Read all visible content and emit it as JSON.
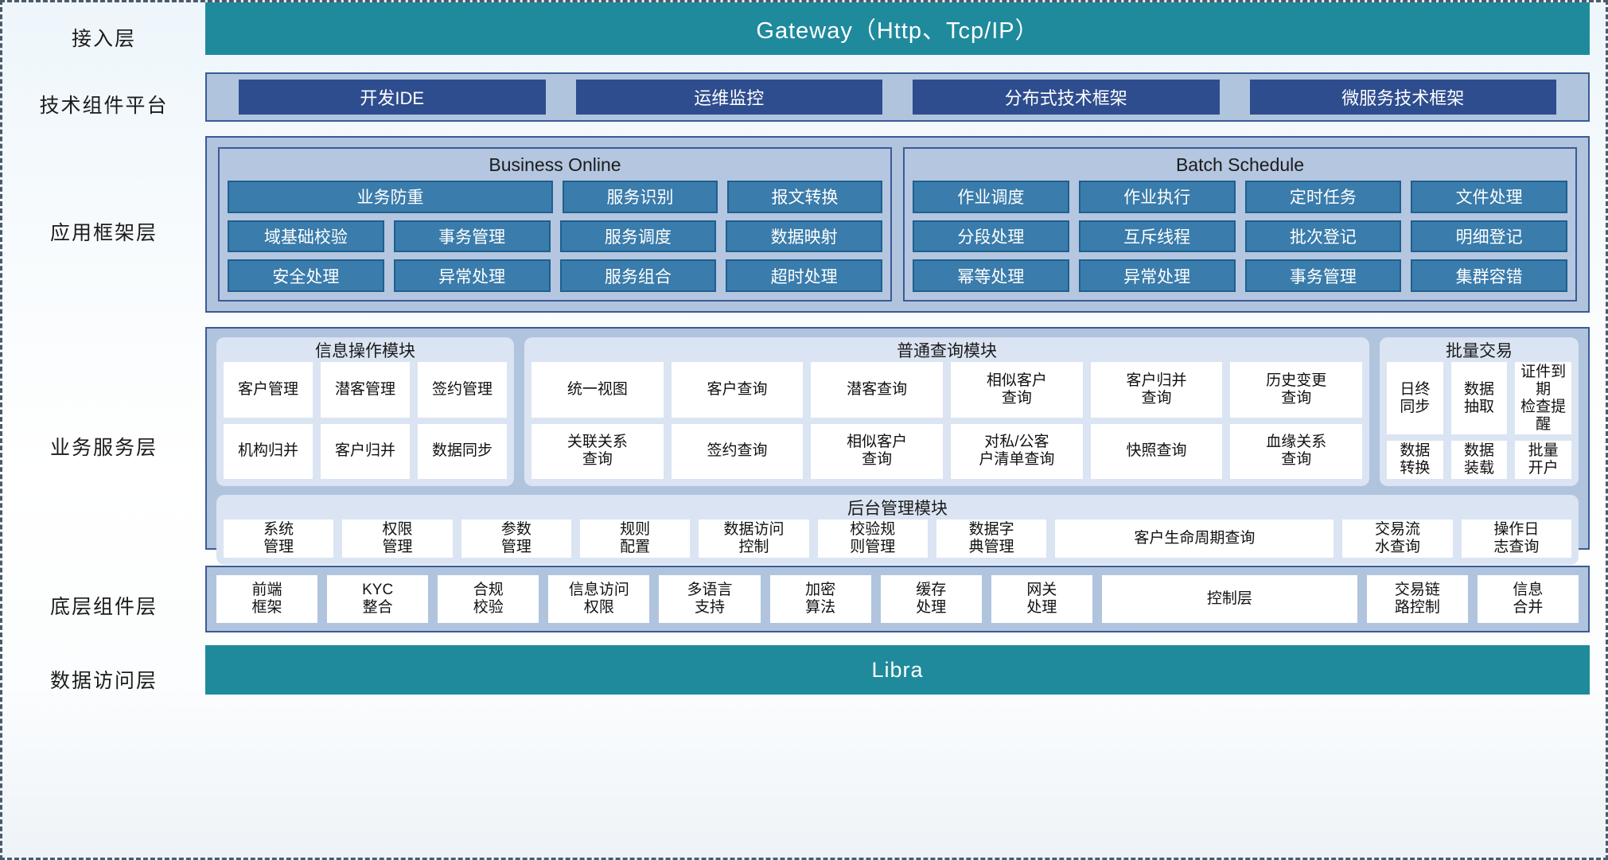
{
  "layers": [
    {
      "label": "接入层"
    },
    {
      "label": "技术组件平台"
    },
    {
      "label": "应用框架层"
    },
    {
      "label": "业务服务层"
    },
    {
      "label": "底层组件层"
    },
    {
      "label": "数据访问层"
    }
  ],
  "access_layer": {
    "label": "接入层",
    "banner": "Gateway（Http、Tcp/IP）"
  },
  "tech_platform": {
    "label": "技术组件平台",
    "chips": [
      "开发IDE",
      "运维监控",
      "分布式技术框架",
      "微服务技术框架"
    ]
  },
  "app_framework": {
    "label": "应用框架层",
    "groups": [
      {
        "title": "Business Online",
        "rows": [
          [
            {
              "text": "业务防重",
              "span": 2
            },
            {
              "text": "服务识别",
              "span": 1
            },
            {
              "text": "报文转换",
              "span": 1
            }
          ],
          [
            {
              "text": "域基础校验",
              "span": 1
            },
            {
              "text": "事务管理",
              "span": 1
            },
            {
              "text": "服务调度",
              "span": 1
            },
            {
              "text": "数据映射",
              "span": 1
            }
          ],
          [
            {
              "text": "安全处理",
              "span": 1
            },
            {
              "text": "异常处理",
              "span": 1
            },
            {
              "text": "服务组合",
              "span": 1
            },
            {
              "text": "超时处理",
              "span": 1
            }
          ]
        ]
      },
      {
        "title": "Batch Schedule",
        "rows": [
          [
            {
              "text": "作业调度",
              "span": 1
            },
            {
              "text": "作业执行",
              "span": 1
            },
            {
              "text": "定时任务",
              "span": 1
            },
            {
              "text": "文件处理",
              "span": 1
            }
          ],
          [
            {
              "text": "分段处理",
              "span": 1
            },
            {
              "text": "互斥线程",
              "span": 1
            },
            {
              "text": "批次登记",
              "span": 1
            },
            {
              "text": "明细登记",
              "span": 1
            }
          ],
          [
            {
              "text": "幂等处理",
              "span": 1
            },
            {
              "text": "异常处理",
              "span": 1
            },
            {
              "text": "事务管理",
              "span": 1
            },
            {
              "text": "集群容错",
              "span": 1
            }
          ]
        ]
      }
    ]
  },
  "business_service": {
    "label": "业务服务层",
    "panels": [
      {
        "title": "信息操作模块",
        "rows": [
          [
            "客户管理",
            "潜客管理",
            "签约管理"
          ],
          [
            "机构归并",
            "客户归并",
            "数据同步"
          ]
        ]
      },
      {
        "title": "普通查询模块",
        "rows": [
          [
            "统一视图",
            "客户查询",
            "潜客查询",
            "相似客户\n查询",
            "客户归并\n查询",
            "历史变更\n查询"
          ],
          [
            "关联关系\n查询",
            "签约查询",
            "相似客户\n查询",
            "对私/公客\n户清单查询",
            "快照查询",
            "血缘关系\n查询"
          ]
        ]
      },
      {
        "title": "批量交易",
        "rows": [
          [
            "日终\n同步",
            "数据\n抽取",
            "证件到期\n检查提醒"
          ],
          [
            "数据\n转换",
            "数据\n装载",
            "批量\n开户"
          ]
        ]
      }
    ],
    "admin_panel": {
      "title": "后台管理模块",
      "items": [
        {
          "text": "系统\n管理",
          "wide": false
        },
        {
          "text": "权限\n管理",
          "wide": false
        },
        {
          "text": "参数\n管理",
          "wide": false
        },
        {
          "text": "规则\n配置",
          "wide": false
        },
        {
          "text": "数据访问\n控制",
          "wide": false
        },
        {
          "text": "校验规\n则管理",
          "wide": false
        },
        {
          "text": "数据字\n典管理",
          "wide": false
        },
        {
          "text": "客户生命周期查询",
          "wide": true
        },
        {
          "text": "交易流\n水查询",
          "wide": false
        },
        {
          "text": "操作日\n志查询",
          "wide": false
        }
      ]
    }
  },
  "base_component": {
    "label": "底层组件层",
    "items": [
      {
        "text": "前端\n框架",
        "wide": false
      },
      {
        "text": "KYC\n整合",
        "wide": false
      },
      {
        "text": "合规\n校验",
        "wide": false
      },
      {
        "text": "信息访问\n权限",
        "wide": false
      },
      {
        "text": "多语言\n支持",
        "wide": false
      },
      {
        "text": "加密\n算法",
        "wide": false
      },
      {
        "text": "缓存\n处理",
        "wide": false
      },
      {
        "text": "网关\n处理",
        "wide": false
      },
      {
        "text": "控制层",
        "wide": true
      },
      {
        "text": "交易链\n路控制",
        "wide": false
      },
      {
        "text": "信息\n合并",
        "wide": false
      }
    ]
  },
  "data_access": {
    "label": "数据访问层",
    "banner": "Libra"
  },
  "colors": {
    "teal": "#1f8a9c",
    "deep_blue": "#2e4d8e",
    "mid_blue": "#3a7cab",
    "panel_blue": "#b0c4de",
    "soft_panel": "#dbe4f2",
    "border_blue": "#3c5a96"
  }
}
